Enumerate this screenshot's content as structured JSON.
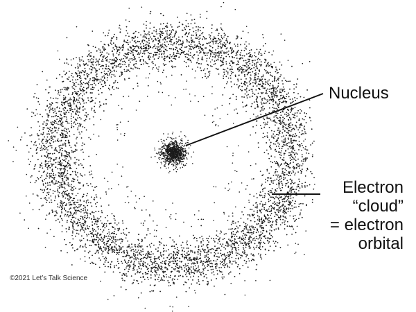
{
  "labels": {
    "nucleus": "Nucleus",
    "electron_line1": "Electron",
    "electron_line2": "“cloud”",
    "electron_line3": "= electron",
    "electron_line4": "orbital"
  },
  "credit": "©2021 Let’s Talk Science",
  "colors": {
    "dots": "#1a1a1a",
    "lines": "#111111",
    "background": "#ffffff"
  }
}
